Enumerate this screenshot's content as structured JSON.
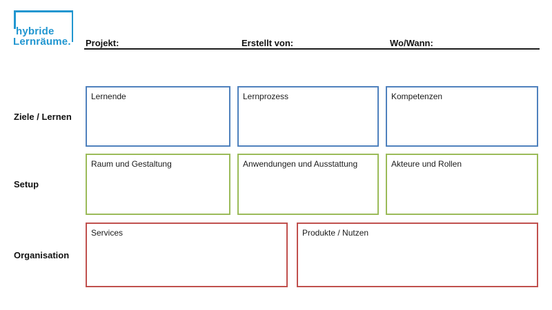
{
  "logo": {
    "line1": "hybride",
    "line2": "Lernräume.",
    "color": "#2196d0"
  },
  "header": {
    "project_label": "Projekt:",
    "created_by_label": "Erstellt von:",
    "where_when_label": "Wo/Wann:"
  },
  "canvas": {
    "rows": [
      {
        "label": "Ziele / Lernen",
        "color": "#4F81BD",
        "boxes": [
          {
            "title": "Lernende"
          },
          {
            "title": "Lernprozess"
          },
          {
            "title": "Kompetenzen"
          }
        ]
      },
      {
        "label": "Setup",
        "color": "#9BBB59",
        "boxes": [
          {
            "title": "Raum und Gestaltung"
          },
          {
            "title": "Anwendungen und Ausstattung"
          },
          {
            "title": "Akteure und Rollen"
          }
        ]
      },
      {
        "label": "Organisation",
        "color": "#C0504D",
        "boxes": [
          {
            "title": "Services"
          },
          {
            "title": "Produkte / Nutzen"
          }
        ]
      }
    ]
  }
}
